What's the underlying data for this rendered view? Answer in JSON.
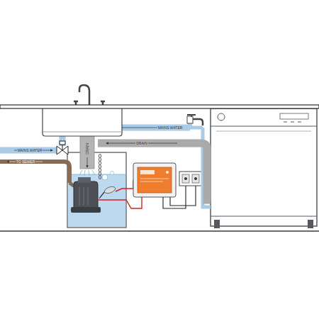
{
  "diagram": {
    "labels": [
      "MAINS WATER",
      "DRAIN",
      "MAINS WATER",
      "DRAIN",
      "TO SEWER"
    ]
  }
}
